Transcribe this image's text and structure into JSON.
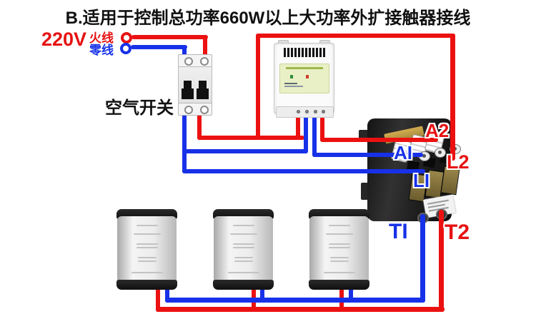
{
  "title": "B.适用于控制总功率660W以上大功率外扩接触器接线",
  "source": {
    "voltage": "220V",
    "live_label": "火线",
    "neutral_label": "零线"
  },
  "breaker": {
    "label": "空气开关"
  },
  "contactor": {
    "terminals": [
      {
        "id": "A2",
        "label": "A2",
        "color": "#e61212"
      },
      {
        "id": "A1",
        "label": "AI",
        "color": "#1731e8"
      },
      {
        "id": "L2",
        "label": "L2",
        "color": "#e61212"
      },
      {
        "id": "L1",
        "label": "LI",
        "color": "#1731e8"
      },
      {
        "id": "T1",
        "label": "TI",
        "color": "#1731e8"
      },
      {
        "id": "T2",
        "label": "T2",
        "color": "#e61212"
      }
    ]
  },
  "colors": {
    "live_wire": "#ec1111",
    "neutral_wire": "#1731e8",
    "label_red": "#e61212",
    "label_blue": "#1731e8"
  },
  "loads": {
    "count": 3
  }
}
